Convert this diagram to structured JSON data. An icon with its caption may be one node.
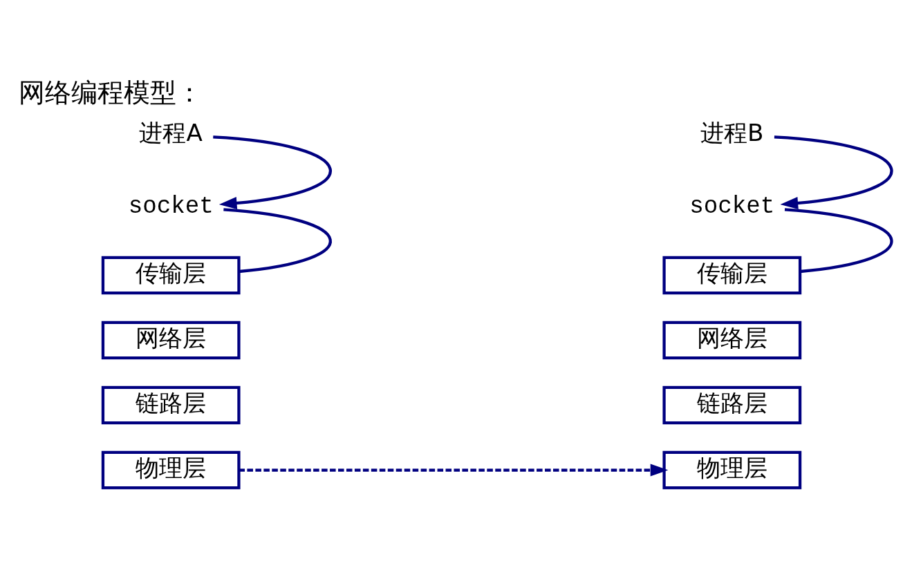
{
  "diagram": {
    "title": "网络编程模型：",
    "nodes": [
      {
        "text": [
          "进程A"
        ]
      },
      {
        "text": [
          "socket"
        ]
      },
      {
        "text": [
          "传输层"
        ]
      },
      {
        "text": [
          "网络层"
        ]
      },
      {
        "text": [
          "链路层"
        ]
      },
      {
        "text": [
          "物理层"
        ]
      },
      {
        "text": [
          "进程B"
        ]
      },
      {
        "text": [
          "socket"
        ]
      },
      {
        "text": [
          "传输层"
        ]
      },
      {
        "text": [
          "网络层"
        ]
      },
      {
        "text": [
          "链路层"
        ]
      },
      {
        "text": [
          "物理层"
        ]
      }
    ],
    "edges": [
      {
        "from": 0,
        "to": 1,
        "arrow": "to"
      },
      {
        "from": 1,
        "to": 2,
        "arrow": "none"
      },
      {
        "from": 6,
        "to": 7,
        "arrow": "to"
      },
      {
        "from": 7,
        "to": 8,
        "arrow": "none"
      },
      {
        "from": 5,
        "to": 11,
        "arrow": "to",
        "style": "dashed"
      }
    ]
  }
}
